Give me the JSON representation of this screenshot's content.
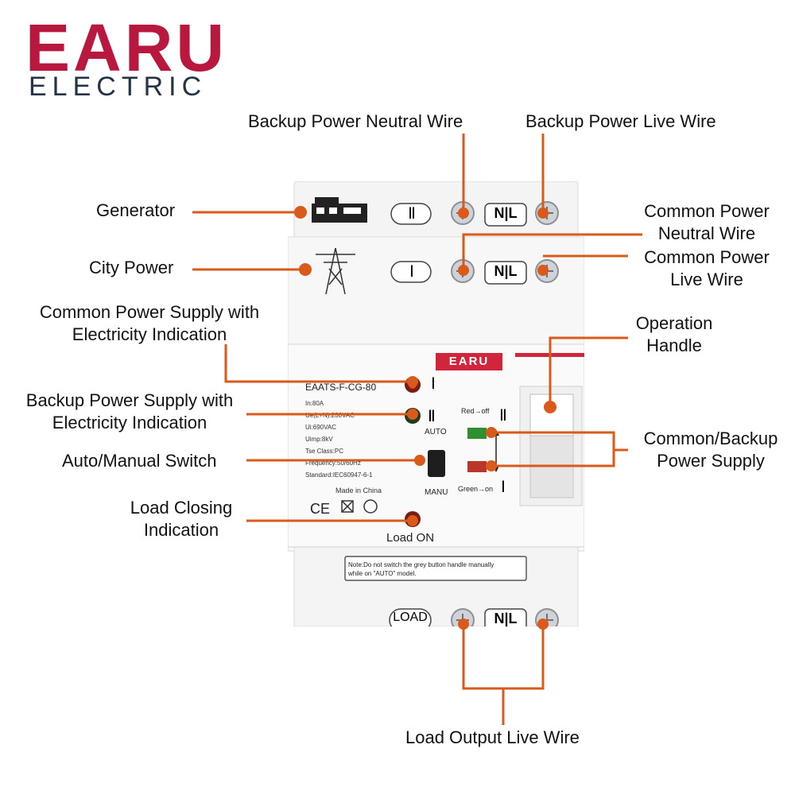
{
  "brand": {
    "name": "EARU",
    "sub": "ELECTRIC"
  },
  "labels": {
    "backup_neutral": "Backup Power Neutral Wire",
    "backup_live": "Backup Power Live Wire",
    "generator": "Generator",
    "common_neutral_1": "Common Power",
    "common_neutral_2": "Neutral Wire",
    "city_power": "City Power",
    "common_live_1": "Common Power",
    "common_live_2": "Live Wire",
    "common_indication_1": "Common Power Supply with",
    "common_indication_2": "Electricity Indication",
    "operation_handle_1": "Operation",
    "operation_handle_2": "Handle",
    "backup_indication_1": "Backup Power Supply with",
    "backup_indication_2": "Electricity Indication",
    "common_backup_1": "Common/Backup",
    "common_backup_2": "Power Supply",
    "auto_manual": "Auto/Manual Switch",
    "load_closing_1": "Load Closing",
    "load_closing_2": "Indication",
    "load_output": "Load Output Live Wire"
  },
  "device": {
    "terminal_roman_2": "Ⅱ",
    "terminal_roman_1": "Ⅰ",
    "nl": "N|L",
    "load": "LOAD",
    "logo": "EARU",
    "model": "EAATS-F-CG-80",
    "specs": [
      "In:80A",
      "Ue(L+N):230VAC",
      "Ui:690VAC",
      "Uimp:8kV",
      "Tse Class:PC",
      "Frequency:50/60Hz",
      "Standard:IEC60947-6-1"
    ],
    "made_in": "Made in China",
    "auto": "AUTO",
    "manu": "MANU",
    "red_off": "Red→off",
    "green_on": "Green→on",
    "ind_1": "Ⅰ",
    "ind_2": "Ⅱ",
    "handle_2": "Ⅱ",
    "handle_1": "Ⅰ",
    "load_on": "Load ON",
    "note_1": "Note:Do not switch the grey button handle manually",
    "note_2": "while on \"AUTO\" model.",
    "ce": "CE"
  },
  "colors": {
    "accent": "#d95a1a",
    "brand": "#b8183e",
    "brand_sub": "#243447"
  }
}
